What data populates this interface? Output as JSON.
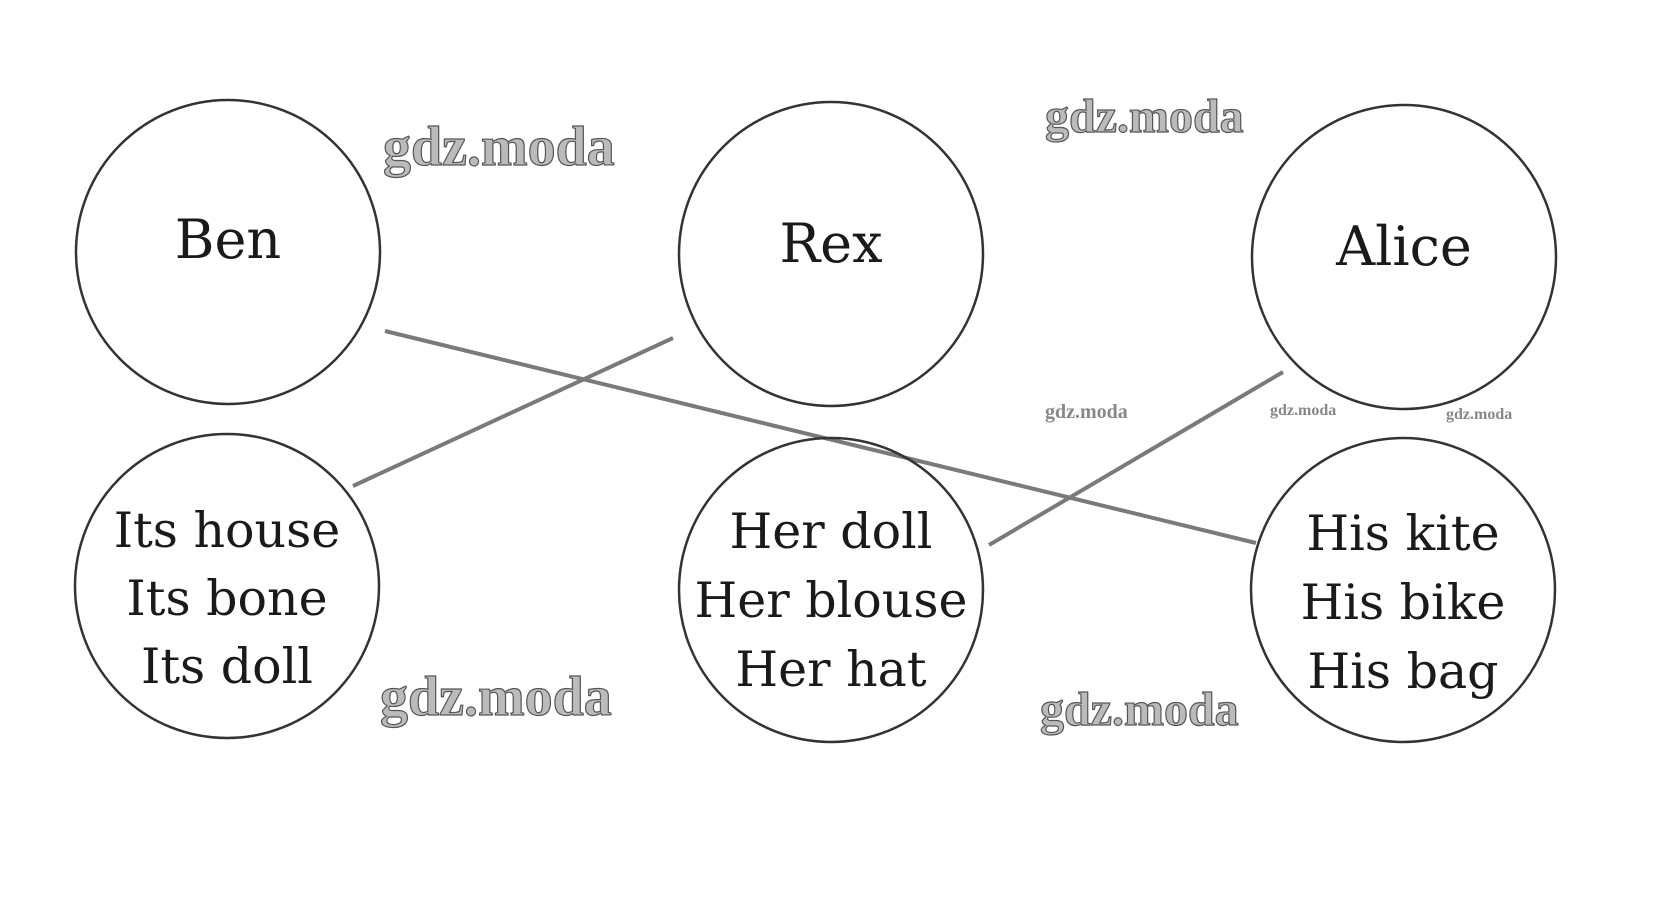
{
  "top_circles": [
    {
      "label": "Ben"
    },
    {
      "label": "Rex"
    },
    {
      "label": "Alice"
    }
  ],
  "bottom_circles": [
    {
      "lines": [
        "Its house",
        "Its bone",
        "Its doll"
      ]
    },
    {
      "lines": [
        "Her doll",
        "Her blouse",
        "Her hat"
      ]
    },
    {
      "lines": [
        "His kite",
        "His bike",
        "His bag"
      ]
    }
  ],
  "connections": [
    {
      "from": "Ben",
      "to": "His kite / His bike / His bag"
    },
    {
      "from": "Rex",
      "to": "Its house / Its bone / Its doll"
    },
    {
      "from": "Alice",
      "to": "Her doll / Her blouse / Her hat"
    }
  ],
  "watermark": "gdz.moda",
  "colors": {
    "line": "#7a7a7a",
    "circle": "#333333",
    "text": "#1a1a1a"
  }
}
